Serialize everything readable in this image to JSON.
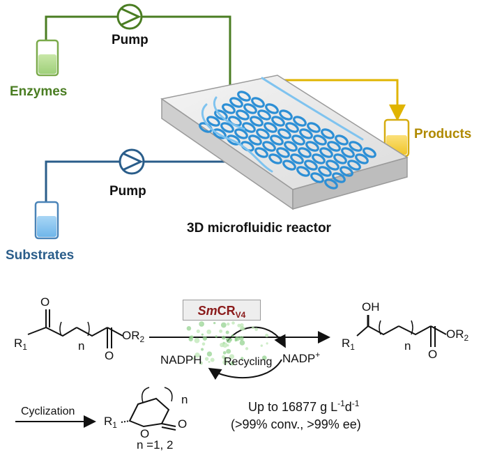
{
  "top_diagram": {
    "pump_top_label": "Pump",
    "pump_bottom_label": "Pump",
    "enzymes_label": "Enzymes",
    "substrates_label": "Substrates",
    "products_label": "Products",
    "reactor_label": "3D microfluidic reactor"
  },
  "reaction": {
    "enzyme_prefix": "Sm",
    "enzyme_main": "CR",
    "enzyme_sub": "V4",
    "cofactor_left": "NADPH",
    "cofactor_right": "NADP",
    "cofactor_right_charge": "+",
    "recycling_label": "Recycling",
    "cyclization_label": "Cyclization",
    "n_values": "n =1, 2",
    "yield_text": "Up to 16877 g L",
    "yield_exp1": "-1",
    "yield_mid": "d",
    "yield_exp2": "-1",
    "conditions": "(>99% conv., >99% ee)",
    "atoms": {
      "O": "O",
      "OH": "OH",
      "R": "R",
      "one": "1",
      "two": "2",
      "n": "n"
    }
  },
  "colors": {
    "enzymes_line": "#4a7d22",
    "substrates_line": "#2a5d8a",
    "products_line": "#e0b400",
    "reactor_channel": "#2d8fd5"
  }
}
